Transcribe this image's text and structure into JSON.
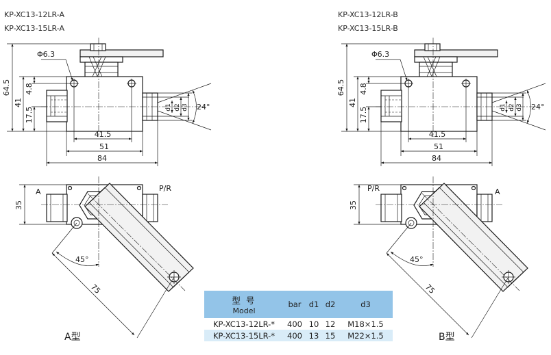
{
  "variants": [
    {
      "models": [
        "KP-XC13-12LR-A",
        "KP-XC13-15LR-A"
      ],
      "port_left": "A",
      "port_right": "P/R",
      "type_label": "A型"
    },
    {
      "models": [
        "KP-XC13-12LR-B",
        "KP-XC13-15LR-B"
      ],
      "port_left": "P/R",
      "port_right": "A",
      "type_label": "B型"
    }
  ],
  "dimensions": {
    "hole": "Φ6.3",
    "height_total": "64.5",
    "height_body": "41",
    "height_top": "4.8",
    "height_center": "17.5",
    "width_holes": "41.5",
    "width_body": "51",
    "width_total": "84",
    "d1": "d1",
    "d2": "d2",
    "d3": "d3",
    "cone_angle": "24°",
    "bottom_height": "35",
    "handle_angle": "45°",
    "handle_length": "75"
  },
  "table": {
    "headers": {
      "model_cn": "型 号",
      "model_en": "Model",
      "bar": "bar",
      "d1": "d1",
      "d2": "d2",
      "d3": "d3"
    },
    "rows": [
      {
        "model": "KP-XC13-12LR-*",
        "bar": "400",
        "d1": "10",
        "d2": "12",
        "d3": "M18×1.5"
      },
      {
        "model": "KP-XC13-15LR-*",
        "bar": "400",
        "d1": "13",
        "d2": "15",
        "d3": "M22×1.5"
      }
    ]
  }
}
